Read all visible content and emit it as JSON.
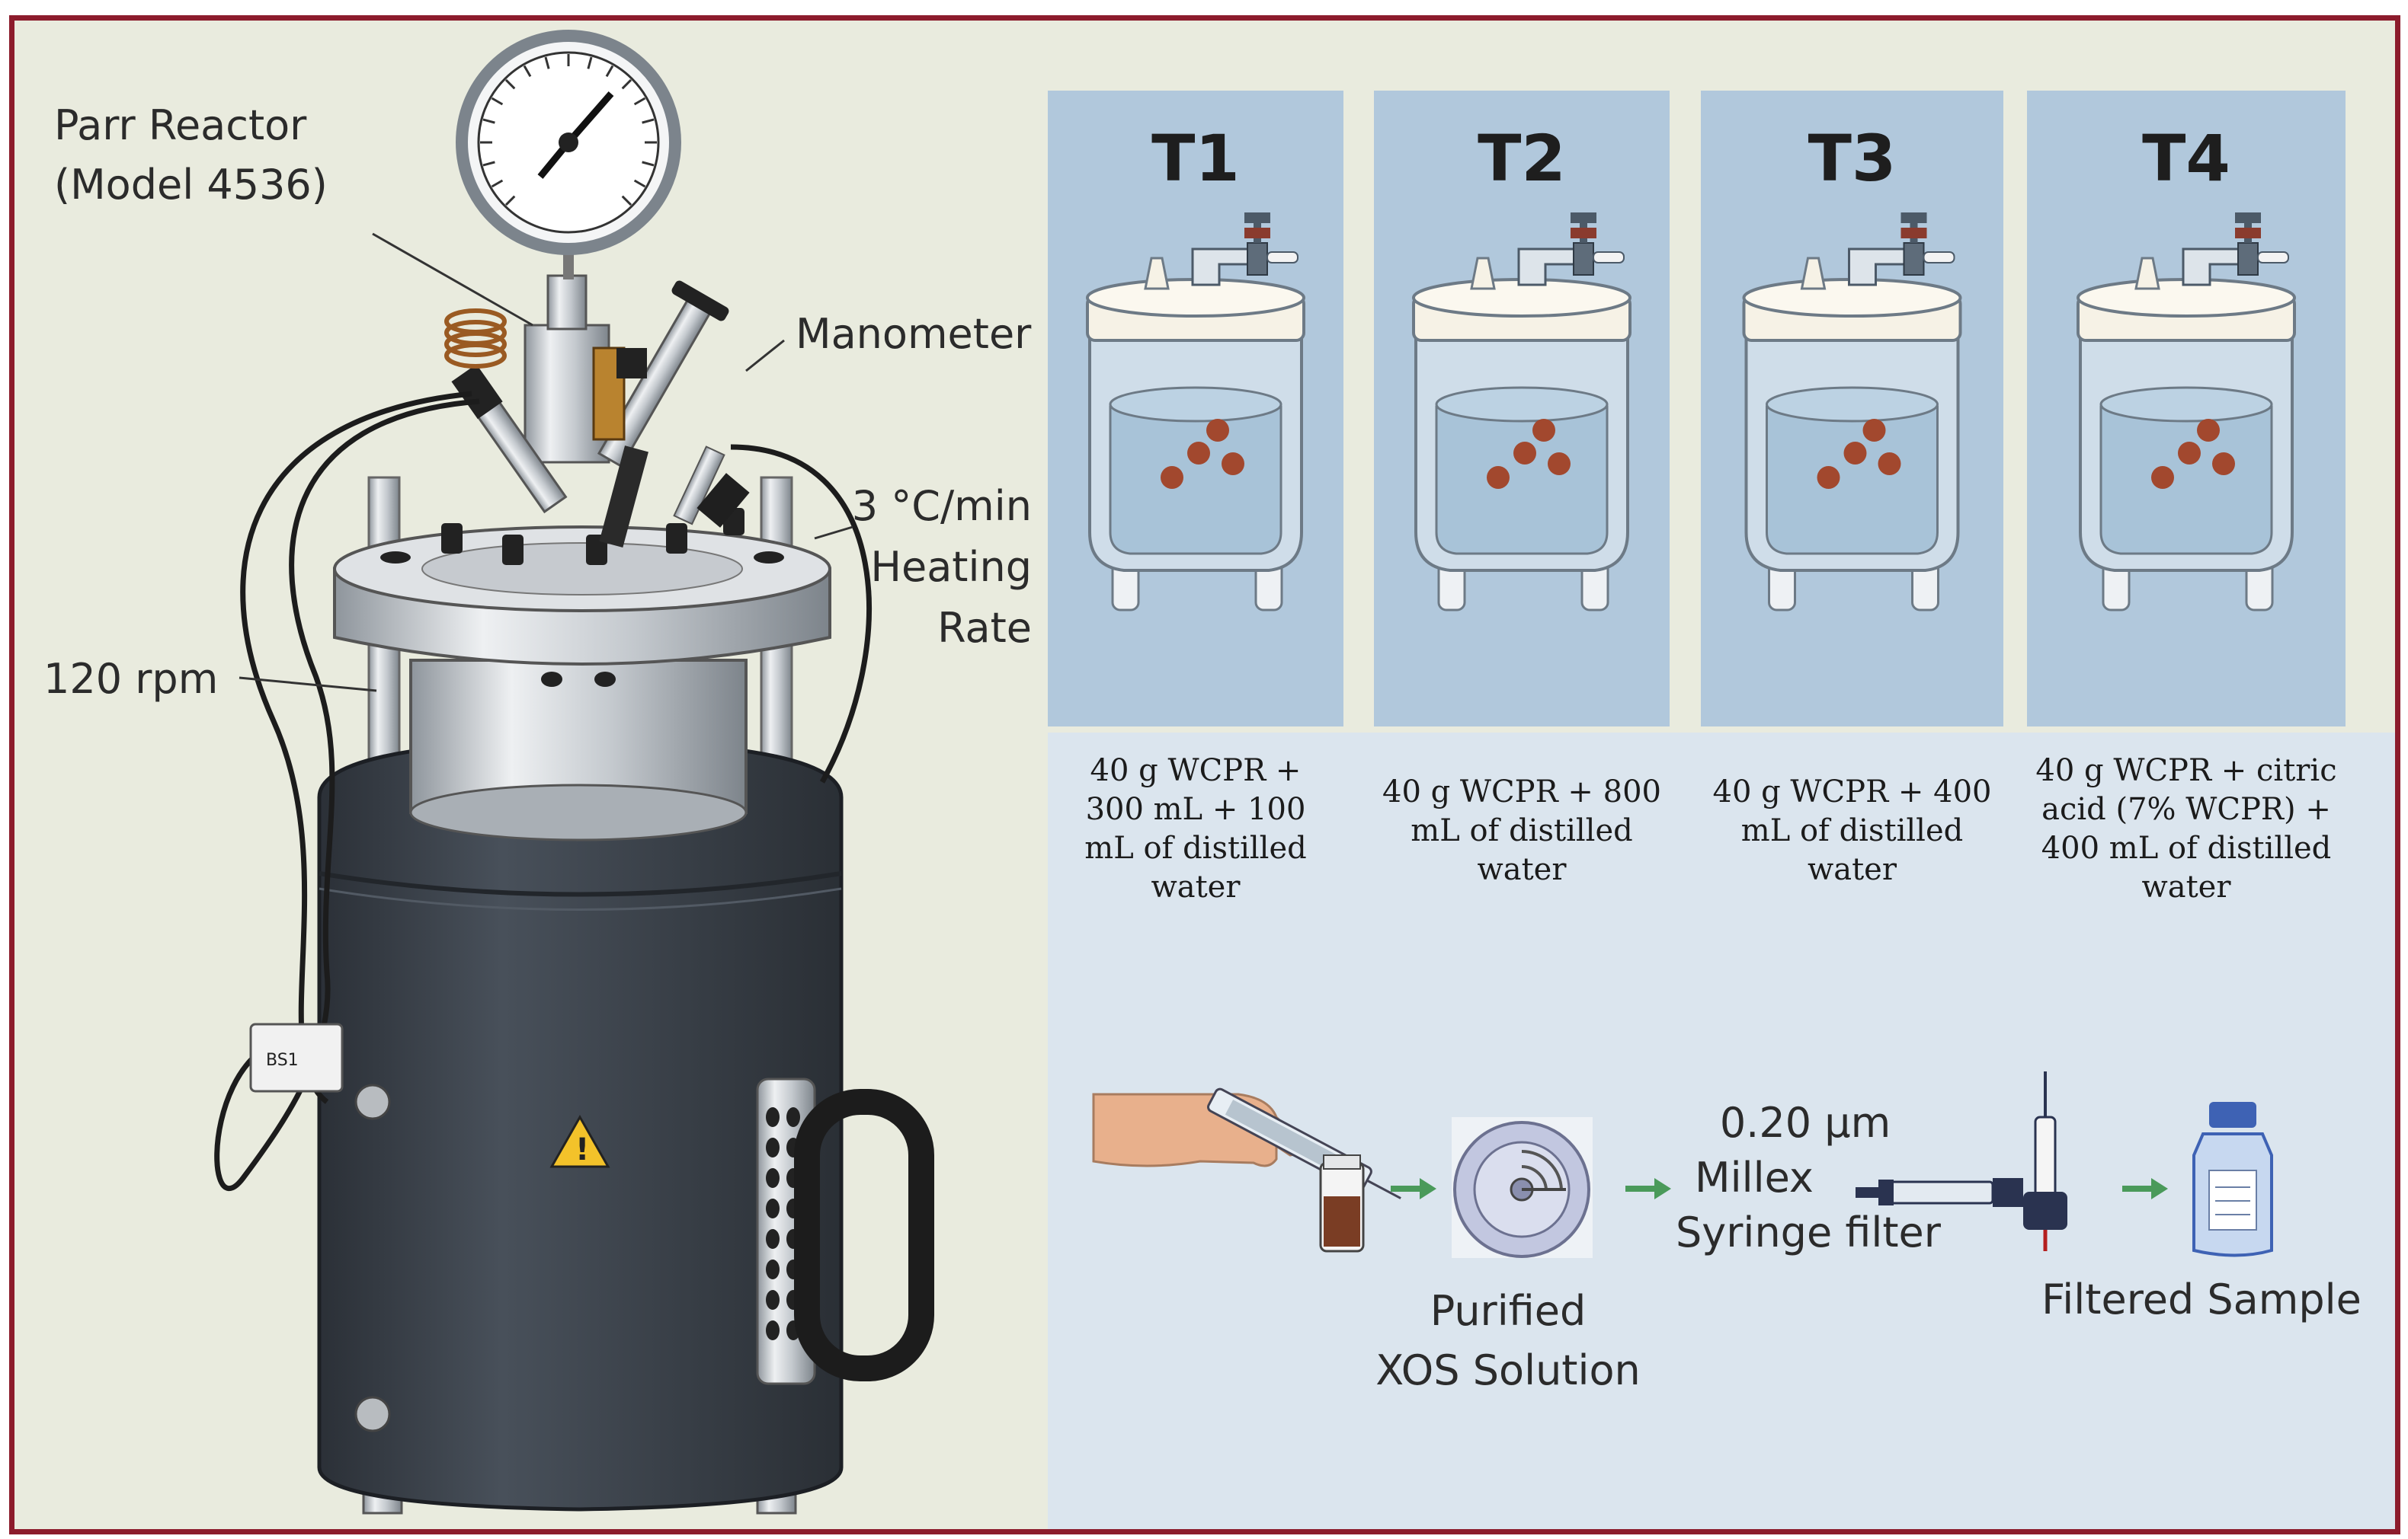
{
  "reactor": {
    "name": "Parr Reactor",
    "model": "(Model 4536)",
    "manometer_label": "Manometer",
    "heating_value": "3 °C/min",
    "heating_label_1": "Heating",
    "heating_label_2": "Rate",
    "stirring_label": "120 rpm",
    "sensor_tag": "BS1"
  },
  "treatments": [
    {
      "title": "T1",
      "lines": [
        "40 g WCPR +",
        "300 mL + 100",
        "mL of distilled",
        "water"
      ]
    },
    {
      "title": "T2",
      "lines": [
        "40 g WCPR + 800",
        "mL of distilled",
        "water"
      ]
    },
    {
      "title": "T3",
      "lines": [
        "40 g WCPR + 400",
        "mL of distilled",
        "water"
      ]
    },
    {
      "title": "T4",
      "lines": [
        "40 g WCPR + citric",
        "acid (7% WCPR) +",
        "400 mL of distilled",
        "water"
      ]
    }
  ],
  "process": {
    "purified_1": "Purified",
    "purified_2": "XOS Solution",
    "filter_1": "0.20 µm",
    "filter_2": "Millex",
    "filter_3": "Syringe filter",
    "filtered": "Filtered Sample"
  },
  "colors": {
    "border": "#8c1c2c",
    "background": "#e9ebde",
    "panel": "#b1c8dc",
    "lower_panel": "#d9e4ee",
    "jacket": "#3a4149",
    "steel": "#c9cdd1",
    "particle": "#a2482e",
    "arrow": "#4a9a5a"
  }
}
